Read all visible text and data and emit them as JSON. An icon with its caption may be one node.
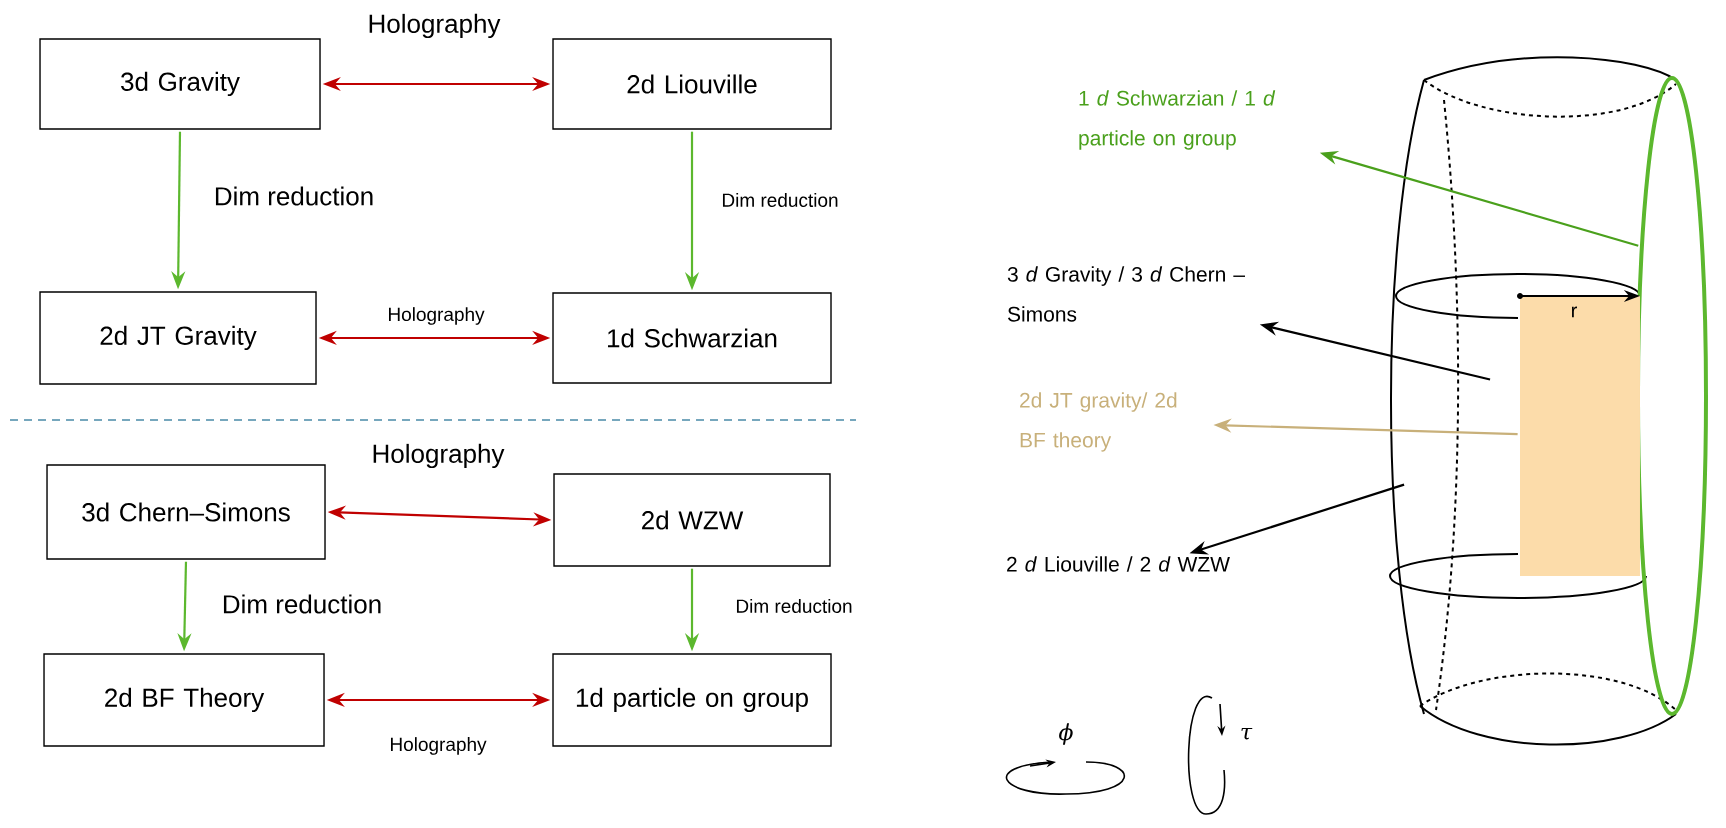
{
  "diagram": {
    "nodes": [
      {
        "text": [
          "3d Gravity"
        ]
      },
      {
        "text": [
          "2d Liouville"
        ]
      },
      {
        "text": [
          "2d JT Gravity"
        ]
      },
      {
        "text": [
          "1d Schwarzian"
        ]
      },
      {
        "text": [
          "3d Chern–Simons"
        ]
      },
      {
        "text": [
          "2d WZW"
        ]
      },
      {
        "text": [
          "2d BF Theory"
        ]
      },
      {
        "text": [
          "1d particle on group"
        ]
      },
      {
        "text": [
          "1 *d* Schwarzian / 1 *d* particle on group"
        ]
      },
      {
        "text": [
          "3 *d* Gravity / 3 *d* Chern – Simons"
        ]
      },
      {
        "text": [
          "2d JT gravity/ 2d BF theory"
        ]
      },
      {
        "text": [
          "2 *d* Liouville / 2 *d*  WZW"
        ]
      },
      {
        "text": [],
        "shape": "ellipse"
      },
      {
        "text": [],
        "shape": "box"
      }
    ],
    "edges": [
      {
        "from": 0,
        "to": 1,
        "arrow": "both",
        "label": "Holography",
        "color": "#c00000"
      },
      {
        "from": 0,
        "to": 2,
        "arrow": "to",
        "label": "Dim reduction",
        "color": "#5cb82e"
      },
      {
        "from": 1,
        "to": 3,
        "arrow": "to",
        "label": "Dim reduction",
        "color": "#5cb82e"
      },
      {
        "from": 2,
        "to": 3,
        "arrow": "both",
        "label": "Holography",
        "color": "#c00000"
      },
      {
        "from": 4,
        "to": 5,
        "arrow": "both",
        "label": "Holography",
        "color": "#c00000"
      },
      {
        "from": 4,
        "to": 6,
        "arrow": "to",
        "label": "Dim reduction",
        "color": "#5cb82e"
      },
      {
        "from": 5,
        "to": 7,
        "arrow": "to",
        "label": "Dim reduction",
        "color": "#5cb82e"
      },
      {
        "from": 6,
        "to": 7,
        "arrow": "both",
        "label": "Holography",
        "color": "#c00000"
      },
      {
        "from": 12,
        "to": 8,
        "arrow": "to",
        "color": "#4aa01c"
      },
      {
        "from": null,
        "to": 9,
        "arrow": "to",
        "color": "#000000"
      },
      {
        "from": 13,
        "to": 10,
        "arrow": "to",
        "color": "#c8b07a"
      },
      {
        "from": null,
        "to": 11,
        "arrow": "to",
        "color": "#000000"
      }
    ],
    "labels": [
      "r",
      "ϕ",
      "τ"
    ]
  }
}
